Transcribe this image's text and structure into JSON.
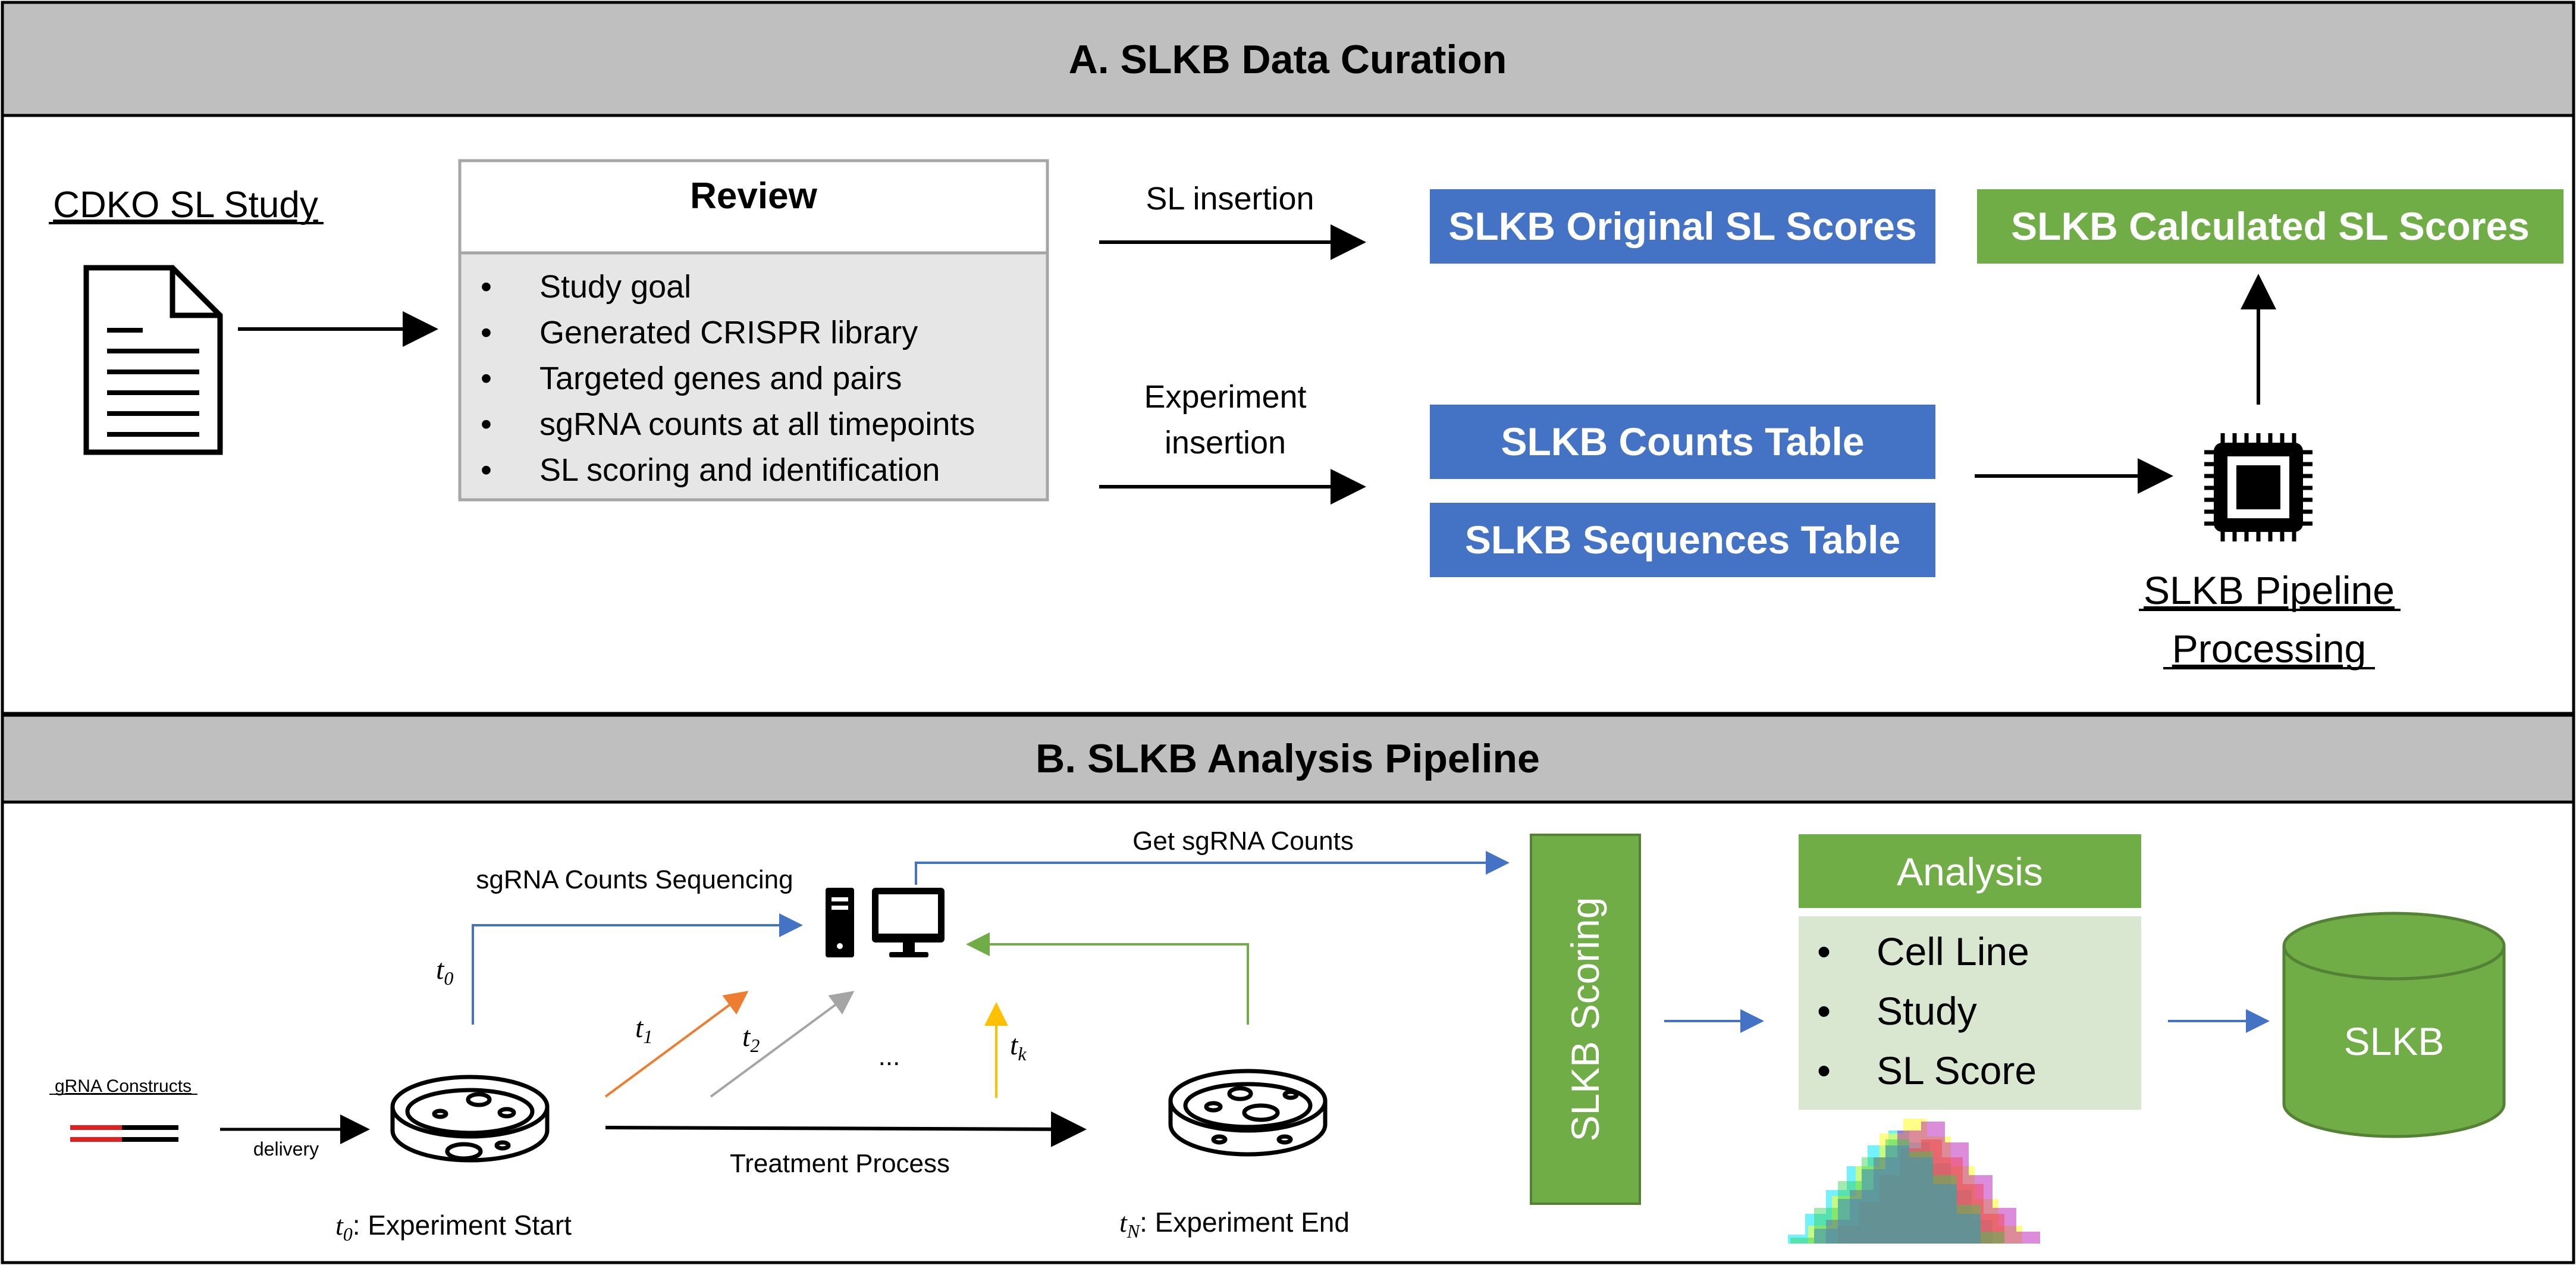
{
  "section_a": {
    "title": "A. SLKB Data Curation",
    "study_label": "CDKO SL Study",
    "review": {
      "title": "Review",
      "bullet": "•",
      "items": [
        "Study goal",
        "Generated CRISPR library",
        "Targeted genes and pairs",
        "sgRNA counts at all timepoints",
        "SL scoring and identification"
      ]
    },
    "sl_insertion": "SL insertion",
    "experiment_insertion": [
      "Experiment",
      "insertion"
    ],
    "boxes": {
      "original_scores": "SLKB Original SL Scores",
      "calculated_scores": "SLKB Calculated SL Scores",
      "counts_table": "SLKB Counts Table",
      "sequences_table": "SLKB Sequences Table"
    },
    "pipeline_processing": [
      "SLKB Pipeline",
      "Processing"
    ],
    "colors": {
      "header_bg": "#bfbfbf",
      "blue": "#4472c4",
      "green": "#70ad47",
      "review_bg": "#e7e6e6"
    }
  },
  "section_b": {
    "title": "B. SLKB Analysis Pipeline",
    "grna_constructs": "gRNA Constructs",
    "delivery": "delivery",
    "seq_label": "sgRNA Counts Sequencing",
    "get_counts": "Get sgRNA Counts",
    "treatment": "Treatment Process",
    "ellipsis": "...",
    "t_label": "t",
    "subs": {
      "t0": "0",
      "t1": "1",
      "t2": "2",
      "tk": "k",
      "tN": "N"
    },
    "exp_start": ": Experiment Start",
    "exp_end": ": Experiment End",
    "scoring": "SLKB Scoring",
    "analysis": {
      "title": "Analysis",
      "bullet": "•",
      "items": [
        "Cell Line",
        "Study",
        "SL Score"
      ]
    },
    "db": "SLKB",
    "colors": {
      "orange": "#ed7d31",
      "gray": "#a5a5a5",
      "yellow": "#ffc000",
      "green_arrow": "#70ad47",
      "blue_arrow": "#4472c4",
      "analysis_bg": "#d9e6d0"
    }
  }
}
